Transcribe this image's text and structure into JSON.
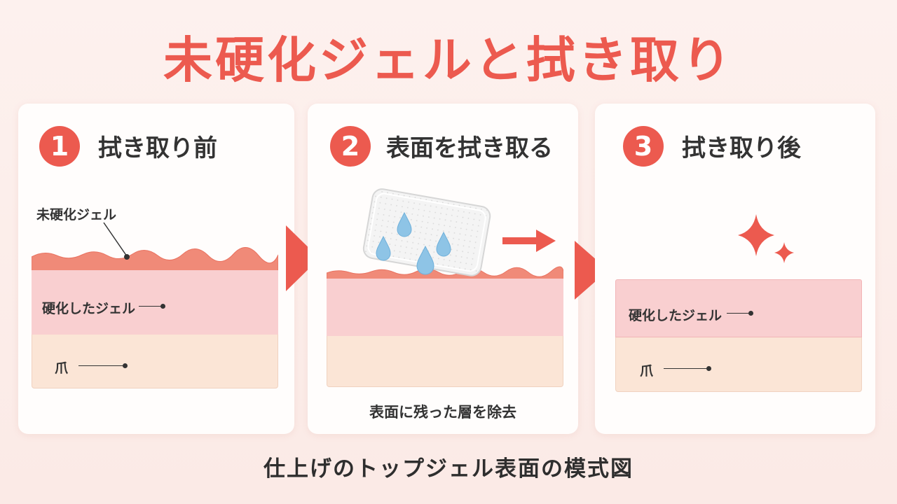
{
  "title": "未硬化ジェルと拭き取り",
  "steps": [
    {
      "number": "1",
      "title": "拭き取り前",
      "labels": {
        "uncured": "未硬化ジェル",
        "cured": "硬化したジェル",
        "nail": "爪"
      }
    },
    {
      "number": "2",
      "title": "表面を拭き取る",
      "caption": "表面に残った層を除去"
    },
    {
      "number": "3",
      "title": "拭き取り後",
      "labels": {
        "cured": "硬化したジェル",
        "nail": "爪"
      }
    }
  ],
  "footer": "仕上げのトップジェル表面の模式図",
  "colors": {
    "accent": "#ec5a4f",
    "uncured_gel": "#f08a78",
    "cured_gel": "#f9cfd0",
    "nail": "#fbe5d6",
    "water_drop": "#8ec4e6"
  },
  "icons": [
    "wipe-pad-icon",
    "water-drop-icon",
    "sparkle-icon",
    "arrow-right-icon"
  ]
}
